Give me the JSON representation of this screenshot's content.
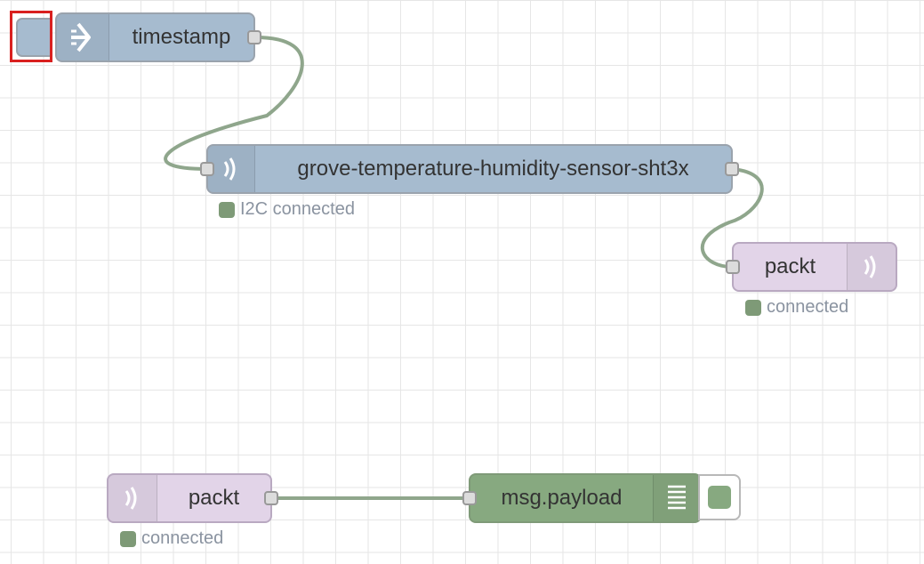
{
  "nodes": {
    "timestamp": {
      "label": "timestamp",
      "icon": "arrow-in-icon"
    },
    "sensor": {
      "label": "grove-temperature-humidity-sensor-sht3x",
      "icon": "wireless-icon",
      "status": "I2C connected"
    },
    "packt_out": {
      "label": "packt",
      "icon": "wireless-icon",
      "status": "connected"
    },
    "packt_in": {
      "label": "packt",
      "icon": "wireless-icon",
      "status": "connected"
    },
    "debug": {
      "label": "msg.payload",
      "icon": "list-icon"
    }
  },
  "colors": {
    "inject_function": "#a6bbcf",
    "mqtt": "#e2d4e8",
    "debug": "#87a980",
    "status_ok": "#7e9a77",
    "wire": "#8fa68c",
    "highlight": "#d9201f"
  }
}
